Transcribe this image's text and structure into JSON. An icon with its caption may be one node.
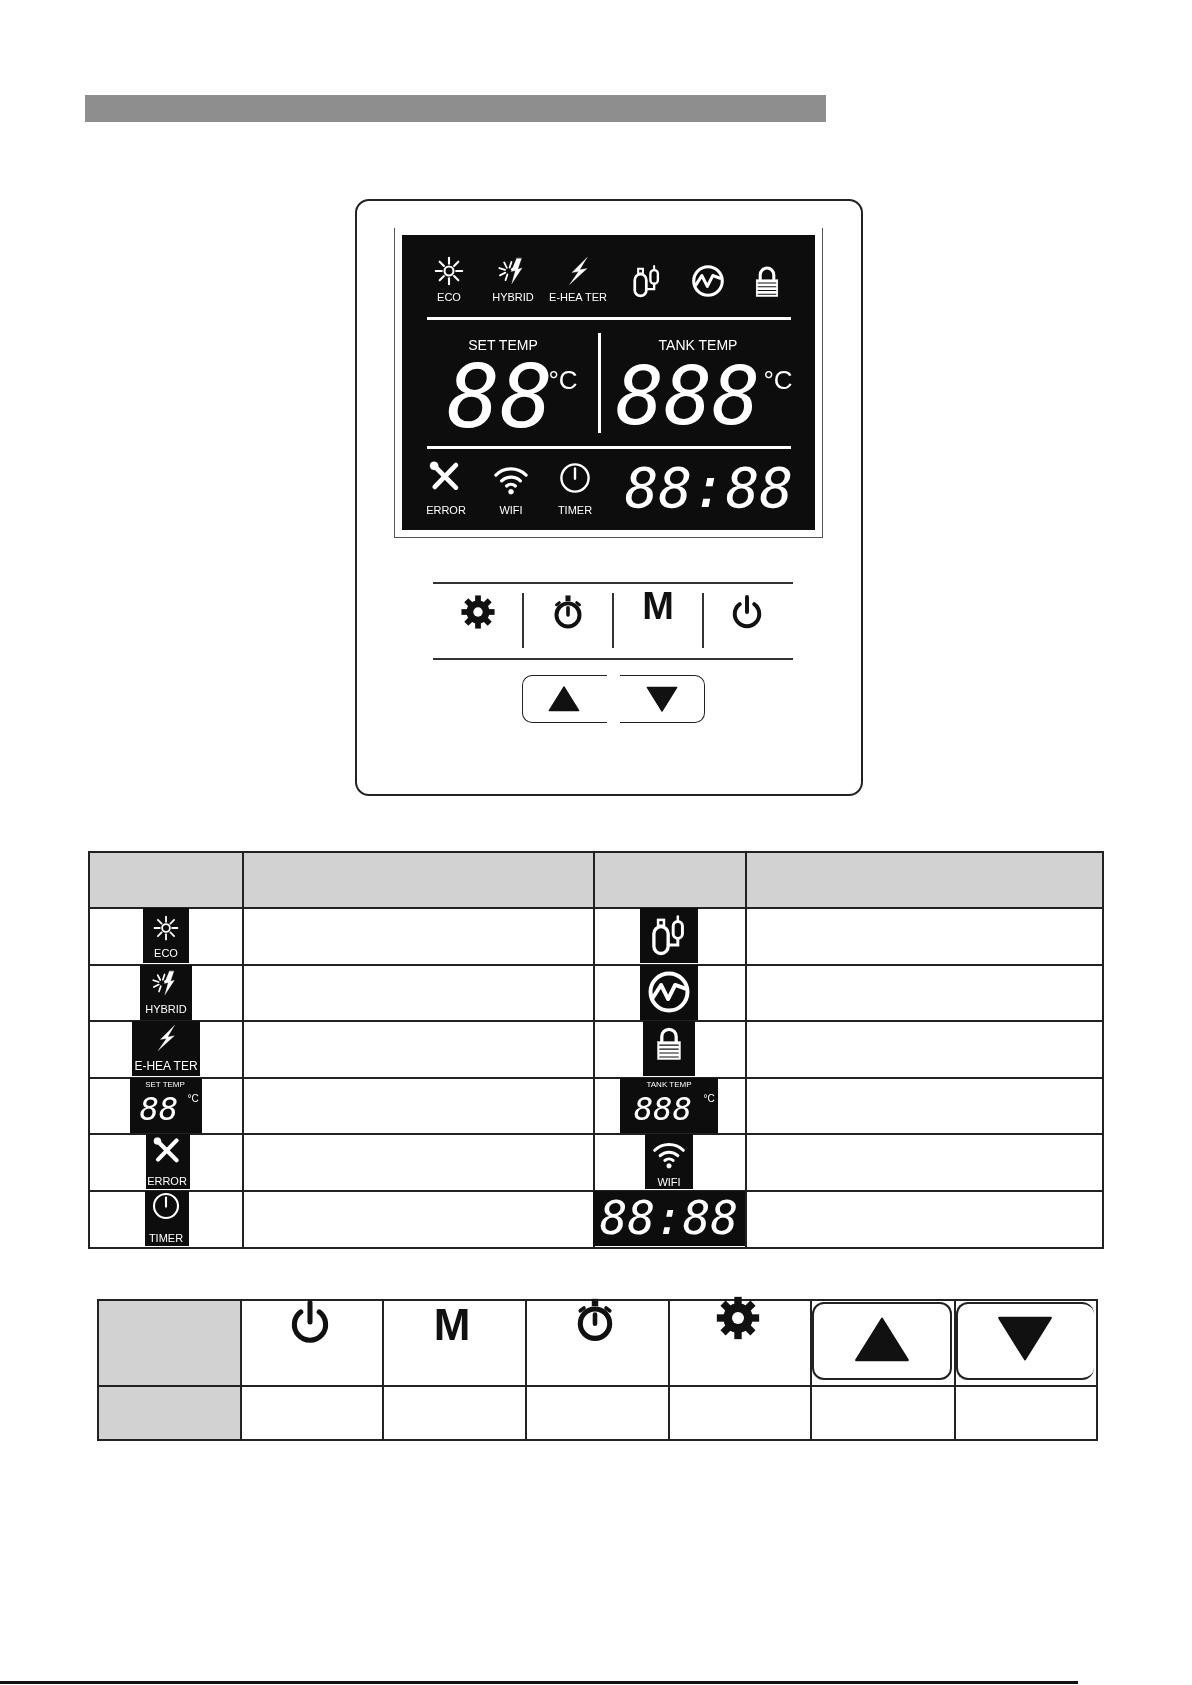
{
  "diagram": {
    "labels": [
      "ECO",
      "HYBRID",
      "E-HEA TER",
      "SET TEMP",
      "TANK TEMP",
      "88",
      "°C",
      "888",
      "°C",
      "ERROR",
      "WIFI",
      "TIMER",
      "88:88",
      "M",
      "ECO",
      "HYBRID",
      "E-HEA TER",
      "SET TEMP",
      "88",
      "°C",
      "TANK TEMP",
      "888",
      "°C",
      "ERROR",
      "WIFI",
      "TIMER",
      "88:88",
      "M"
    ]
  }
}
